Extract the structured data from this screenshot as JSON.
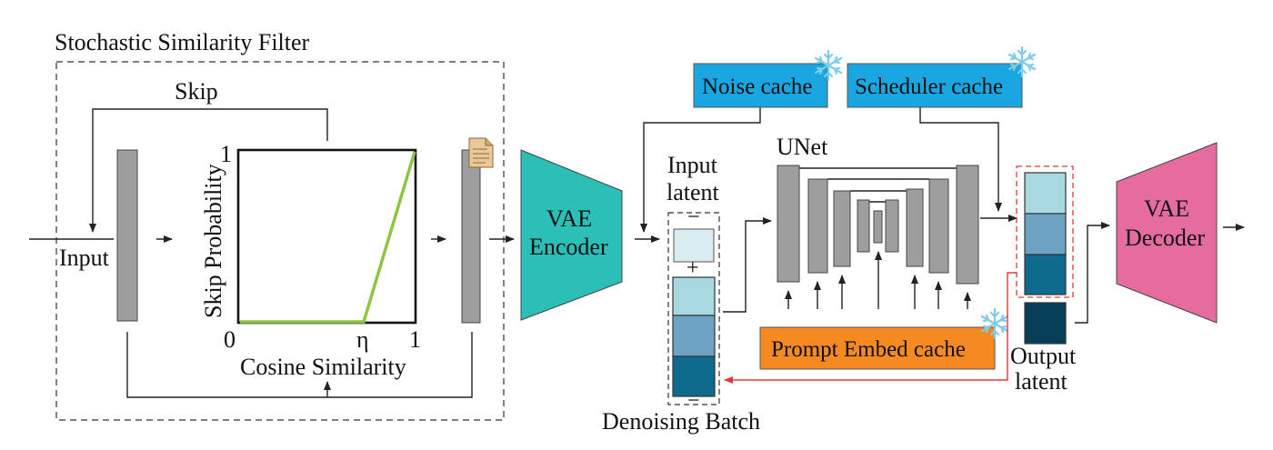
{
  "filter": {
    "title": "Stochastic Similarity Filter",
    "skip_label": "Skip",
    "input_label": "Input",
    "plot": {
      "ylabel": "Skip Probability",
      "xlabel": "Cosine Similarity",
      "y_tick_top": "1",
      "x_tick_zero": "0",
      "x_tick_eta": "η",
      "x_tick_one": "1",
      "line_color": "#8dc63f"
    }
  },
  "vae_encoder": {
    "line1": "VAE",
    "line2": "Encoder",
    "color": "#2bbfb8"
  },
  "vae_decoder": {
    "line1": "VAE",
    "line2": "Decoder",
    "color": "#e66b9e"
  },
  "input_latent": {
    "line1": "Input",
    "line2": "latent"
  },
  "denoising_batch": {
    "label": "Denoising Batch",
    "plus": "+",
    "minus_top": "−",
    "minus_bottom": "−"
  },
  "unet": {
    "label": "UNet"
  },
  "caches": {
    "noise": "Noise cache",
    "scheduler": "Scheduler cache",
    "prompt": "Prompt Embed cache",
    "cache_color": "#1aa6e0",
    "prompt_color": "#f58a23"
  },
  "output_latent": {
    "line1": "Output",
    "line2": "latent"
  },
  "colors": {
    "latent_light": "#a8d8e0",
    "latent_mid": "#6fa3c4",
    "latent_dark": "#0f6b8e",
    "latent_darkest": "#063f57",
    "feedback_red": "#e53935",
    "gray_block": "#9e9e9e"
  },
  "icons": {
    "snowflake": "snowflake-icon",
    "document": "document-icon"
  }
}
